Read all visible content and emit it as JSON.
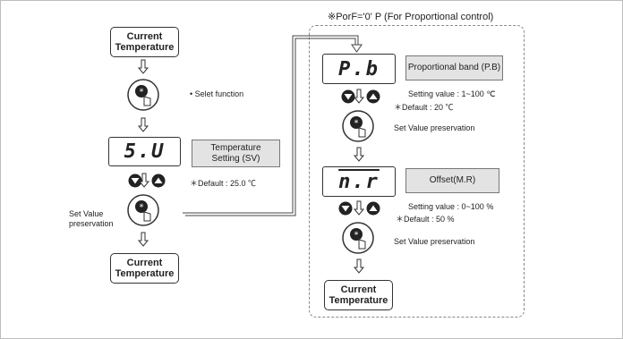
{
  "title": "※PorF='0' P (For Proportional control)",
  "left": {
    "current_temp_top": "Current\nTemperature",
    "select_note": "• Selet function",
    "display_sv": "5.U",
    "tag_sv": "Temperature\nSetting (SV)",
    "default_sv": "＊Default : 25.0 ℃",
    "set_value_label": "Set Value\npreservation",
    "current_temp_bottom": "Current\nTemperature"
  },
  "right": {
    "display_pb": "P.b",
    "tag_pb": "Proportional band (P.B)",
    "setting_pb": "Setting value : 1~100 ℃",
    "default_pb": "＊Default : 20 ℃",
    "preserve_pb": "Set Value preservation",
    "display_mr": "n.r",
    "tag_mr": "Offset(M.R)",
    "setting_mr": "Setting value : 0~100 %",
    "default_mr": "＊Default : 50 %",
    "preserve_mr": "Set Value preservation",
    "current_temp": "Current\nTemperature"
  },
  "icons": [
    "down-arrow-hollow",
    "set-button-hand",
    "triangle-down-button",
    "triangle-up-button"
  ]
}
